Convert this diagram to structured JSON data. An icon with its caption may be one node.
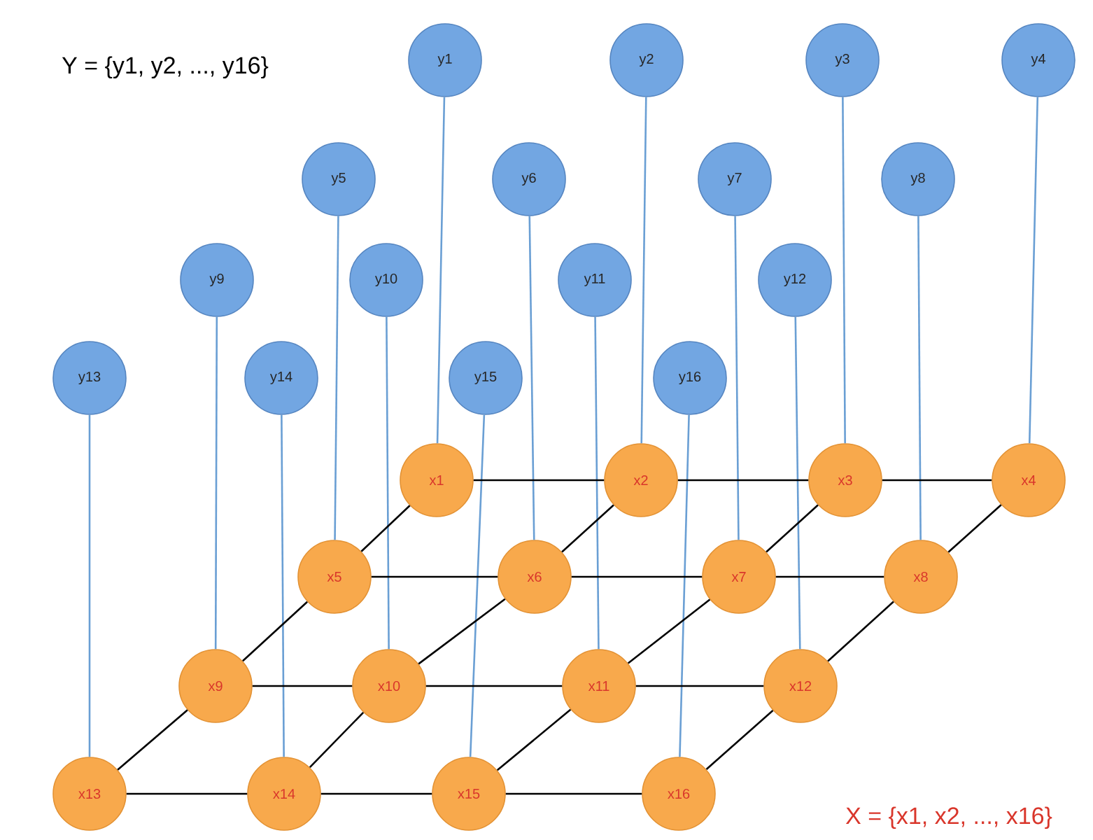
{
  "diagram": {
    "nodes": [
      {
        "text": [
          "y1"
        ]
      },
      {
        "text": [
          "y2"
        ]
      },
      {
        "text": [
          "y3"
        ]
      },
      {
        "text": [
          "y4"
        ]
      },
      {
        "text": [
          "y5"
        ]
      },
      {
        "text": [
          "y6"
        ]
      },
      {
        "text": [
          "y7"
        ]
      },
      {
        "text": [
          "y8"
        ]
      },
      {
        "text": [
          "y9"
        ]
      },
      {
        "text": [
          "y10"
        ]
      },
      {
        "text": [
          "y11"
        ]
      },
      {
        "text": [
          "y12"
        ]
      },
      {
        "text": [
          "y13"
        ]
      },
      {
        "text": [
          "y14"
        ]
      },
      {
        "text": [
          "y15"
        ]
      },
      {
        "text": [
          "y16"
        ]
      },
      {
        "text": [
          "x1"
        ]
      },
      {
        "text": [
          "x2"
        ]
      },
      {
        "text": [
          "x3"
        ]
      },
      {
        "text": [
          "x4"
        ]
      },
      {
        "text": [
          "x5"
        ]
      },
      {
        "text": [
          "x6"
        ]
      },
      {
        "text": [
          "x7"
        ]
      },
      {
        "text": [
          "x8"
        ]
      },
      {
        "text": [
          "x9"
        ]
      },
      {
        "text": [
          "x10"
        ]
      },
      {
        "text": [
          "x11"
        ]
      },
      {
        "text": [
          "x12"
        ]
      },
      {
        "text": [
          "x13"
        ]
      },
      {
        "text": [
          "x14"
        ]
      },
      {
        "text": [
          "x15"
        ]
      },
      {
        "text": [
          "x16"
        ]
      }
    ],
    "edges": [
      {
        "from": 0,
        "to": 16,
        "arrow": "none",
        "color": "#6a9fd4"
      },
      {
        "from": 1,
        "to": 17,
        "arrow": "none",
        "color": "#6a9fd4"
      },
      {
        "from": 2,
        "to": 18,
        "arrow": "none",
        "color": "#6a9fd4"
      },
      {
        "from": 3,
        "to": 19,
        "arrow": "none",
        "color": "#6a9fd4"
      },
      {
        "from": 4,
        "to": 20,
        "arrow": "none",
        "color": "#6a9fd4"
      },
      {
        "from": 5,
        "to": 21,
        "arrow": "none",
        "color": "#6a9fd4"
      },
      {
        "from": 6,
        "to": 22,
        "arrow": "none",
        "color": "#6a9fd4"
      },
      {
        "from": 7,
        "to": 23,
        "arrow": "none",
        "color": "#6a9fd4"
      },
      {
        "from": 8,
        "to": 24,
        "arrow": "none",
        "color": "#6a9fd4"
      },
      {
        "from": 9,
        "to": 25,
        "arrow": "none",
        "color": "#6a9fd4"
      },
      {
        "from": 10,
        "to": 26,
        "arrow": "none",
        "color": "#6a9fd4"
      },
      {
        "from": 11,
        "to": 27,
        "arrow": "none",
        "color": "#6a9fd4"
      },
      {
        "from": 12,
        "to": 28,
        "arrow": "none",
        "color": "#6a9fd4"
      },
      {
        "from": 13,
        "to": 29,
        "arrow": "none",
        "color": "#6a9fd4"
      },
      {
        "from": 14,
        "to": 30,
        "arrow": "none",
        "color": "#6a9fd4"
      },
      {
        "from": 15,
        "to": 31,
        "arrow": "none",
        "color": "#6a9fd4"
      },
      {
        "from": 16,
        "to": 17,
        "arrow": "none"
      },
      {
        "from": 17,
        "to": 18,
        "arrow": "none"
      },
      {
        "from": 18,
        "to": 19,
        "arrow": "none"
      },
      {
        "from": 20,
        "to": 21,
        "arrow": "none"
      },
      {
        "from": 21,
        "to": 22,
        "arrow": "none"
      },
      {
        "from": 22,
        "to": 23,
        "arrow": "none"
      },
      {
        "from": 24,
        "to": 25,
        "arrow": "none"
      },
      {
        "from": 25,
        "to": 26,
        "arrow": "none"
      },
      {
        "from": 26,
        "to": 27,
        "arrow": "none"
      },
      {
        "from": 28,
        "to": 29,
        "arrow": "none"
      },
      {
        "from": 29,
        "to": 30,
        "arrow": "none"
      },
      {
        "from": 30,
        "to": 31,
        "arrow": "none"
      },
      {
        "from": 16,
        "to": 20,
        "arrow": "none"
      },
      {
        "from": 20,
        "to": 24,
        "arrow": "none"
      },
      {
        "from": 24,
        "to": 28,
        "arrow": "none"
      },
      {
        "from": 17,
        "to": 21,
        "arrow": "none"
      },
      {
        "from": 21,
        "to": 25,
        "arrow": "none"
      },
      {
        "from": 25,
        "to": 29,
        "arrow": "none"
      },
      {
        "from": 18,
        "to": 22,
        "arrow": "none"
      },
      {
        "from": 22,
        "to": 26,
        "arrow": "none"
      },
      {
        "from": 26,
        "to": 30,
        "arrow": "none"
      },
      {
        "from": 19,
        "to": 23,
        "arrow": "none"
      },
      {
        "from": 23,
        "to": 27,
        "arrow": "none"
      },
      {
        "from": 27,
        "to": 31,
        "arrow": "none"
      }
    ],
    "labels": [
      "Y = {y1, y2, ...,   y16}",
      "X = {x1, x2, ...,   x16}"
    ]
  }
}
